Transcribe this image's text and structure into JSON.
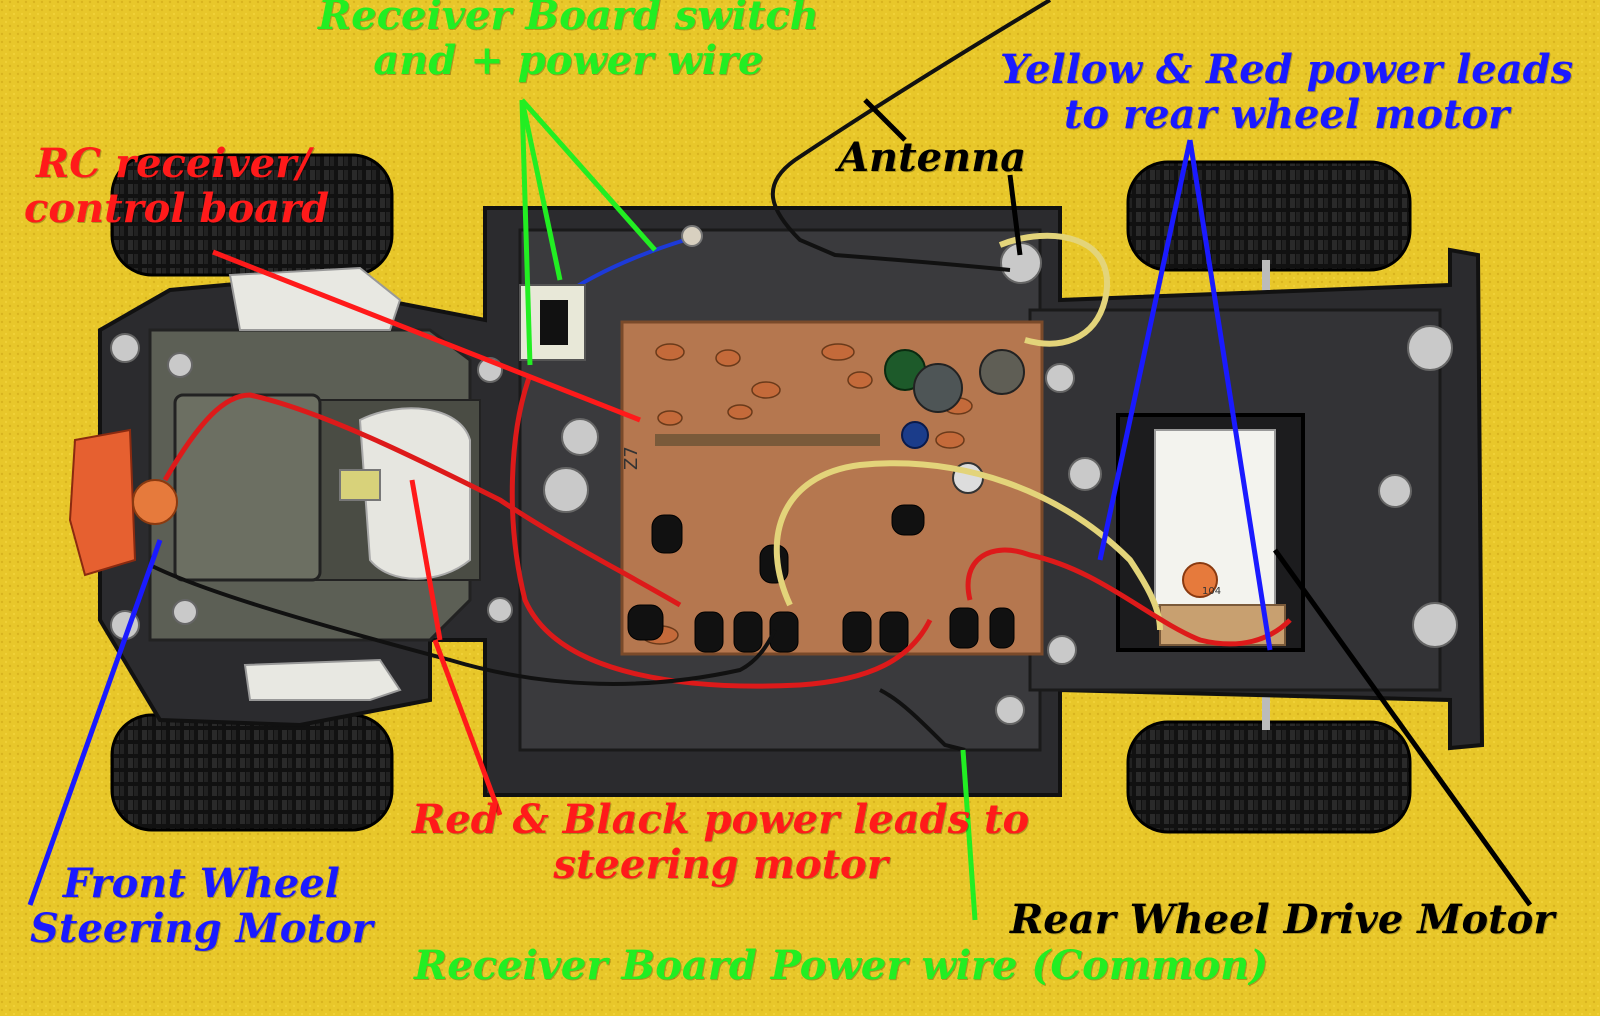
{
  "colors": {
    "background": "#e8c72a",
    "red_label": "#ff1a1a",
    "green_label": "#22ee22",
    "blue_label": "#1a1aff",
    "black_label": "#000000"
  },
  "labels": {
    "receiver_switch": {
      "line1": "Receiver Board switch",
      "line2": "and + power wire",
      "color": "#22ee22"
    },
    "rc_receiver": {
      "line1": "RC receiver/",
      "line2": "control board",
      "color": "#ff1a1a"
    },
    "antenna": {
      "text": "Antenna",
      "color": "#000000"
    },
    "yellow_red_leads": {
      "line1": "Yellow &  Red power leads",
      "line2": "to rear wheel motor",
      "color": "#1a1aff"
    },
    "red_black_leads": {
      "line1": "Red & Black power leads to",
      "line2": "steering motor",
      "color": "#ff1a1a"
    },
    "front_wheel_motor": {
      "line1": "Front Wheel",
      "line2": "Steering Motor",
      "color": "#1a1aff"
    },
    "rear_wheel_motor": {
      "text": "Rear Wheel Drive Motor",
      "color": "#000000"
    },
    "receiver_power_common": {
      "text": "Receiver Board Power wire (Common)",
      "color": "#22ee22"
    }
  },
  "board_marking": "Z7",
  "capacitor_marking": "104"
}
